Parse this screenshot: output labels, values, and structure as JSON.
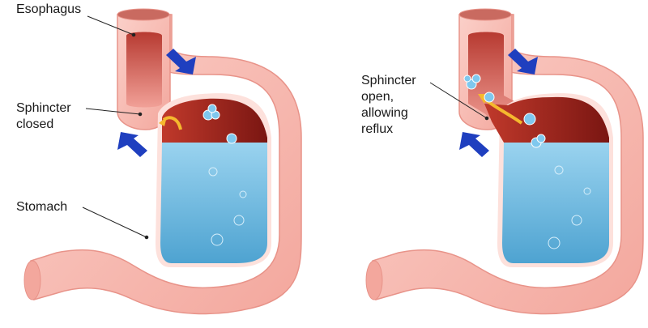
{
  "diagrams": [
    {
      "state": "closed",
      "labels": {
        "esophagus": "Esophagus",
        "sphincter": [
          "Sphincter",
          "closed"
        ],
        "stomach": "Stomach"
      }
    },
    {
      "state": "open",
      "labels": {
        "sphincter": [
          "Sphincter",
          "open,",
          "allowing",
          "reflux"
        ]
      }
    }
  ],
  "colors": {
    "tissue": "#f6b6ad",
    "tissue_edge": "#e89389",
    "lining": "#fde1dc",
    "acid_fill": "#8b1e1a",
    "acid_light": "#c0392b",
    "liquid": "#5fb3dc",
    "liquid_light": "#9ad3ef",
    "bubble": "#7fc8ee",
    "arrow_blue": "#1f3fbf",
    "arrow_yellow": "#f5b82e"
  }
}
